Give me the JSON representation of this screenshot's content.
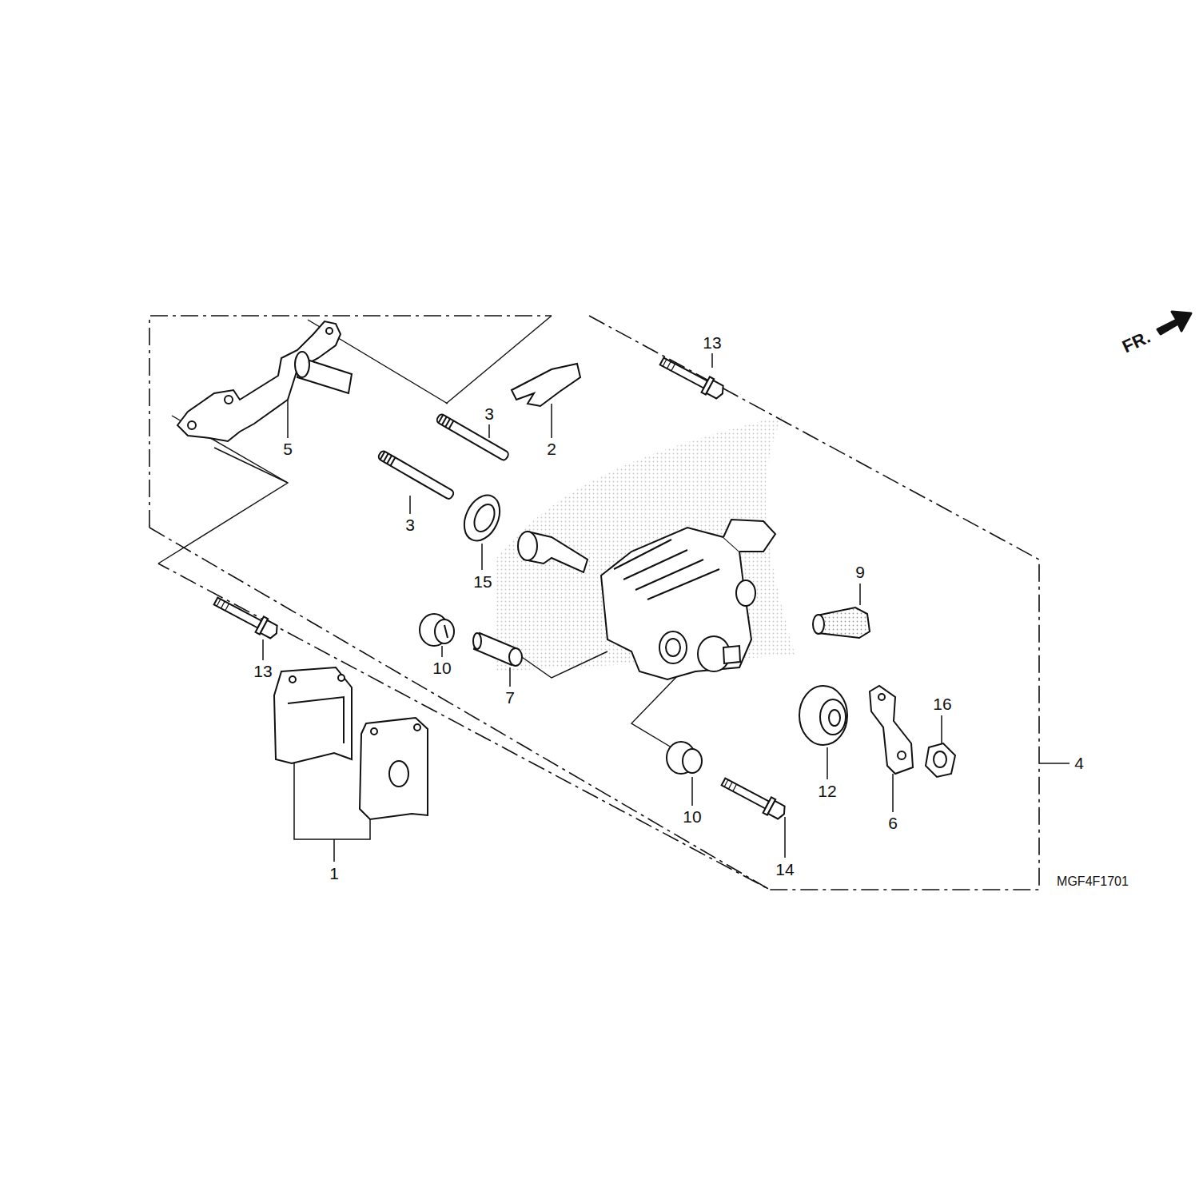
{
  "diagram": {
    "labels": [
      "13",
      "3",
      "2",
      "5",
      "3",
      "15",
      "9",
      "10",
      "13",
      "7",
      "16",
      "4",
      "12",
      "10",
      "6",
      "14",
      "1",
      "MGF4F1701",
      "FR."
    ]
  }
}
